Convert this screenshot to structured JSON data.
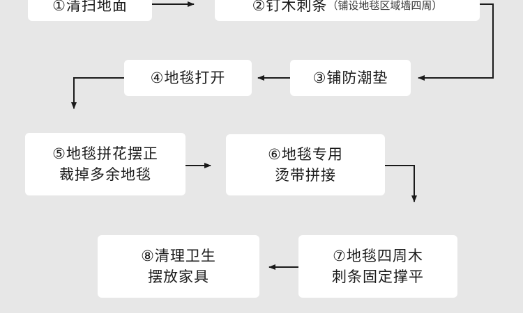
{
  "steps": [
    {
      "num": "①",
      "lines": [
        "清扫地面"
      ]
    },
    {
      "num": "②",
      "lines": [
        "钉木刺条"
      ],
      "note": "（铺设地毯区域墙四周）"
    },
    {
      "num": "③",
      "lines": [
        "铺防潮垫"
      ]
    },
    {
      "num": "④",
      "lines": [
        "地毯打开"
      ]
    },
    {
      "num": "⑤",
      "lines": [
        "地毯拼花摆正",
        "裁掉多余地毯"
      ]
    },
    {
      "num": "⑥",
      "lines": [
        "地毯专用",
        "烫带拼接"
      ]
    },
    {
      "num": "⑦",
      "lines": [
        "地毯四周木",
        "刺条固定撑平"
      ]
    },
    {
      "num": "⑧",
      "lines": [
        "清理卫生",
        "摆放家具"
      ]
    }
  ],
  "colors": {
    "background": "#e7e7e7",
    "box": "#ffffff",
    "arrow": "#1a1a1a"
  }
}
